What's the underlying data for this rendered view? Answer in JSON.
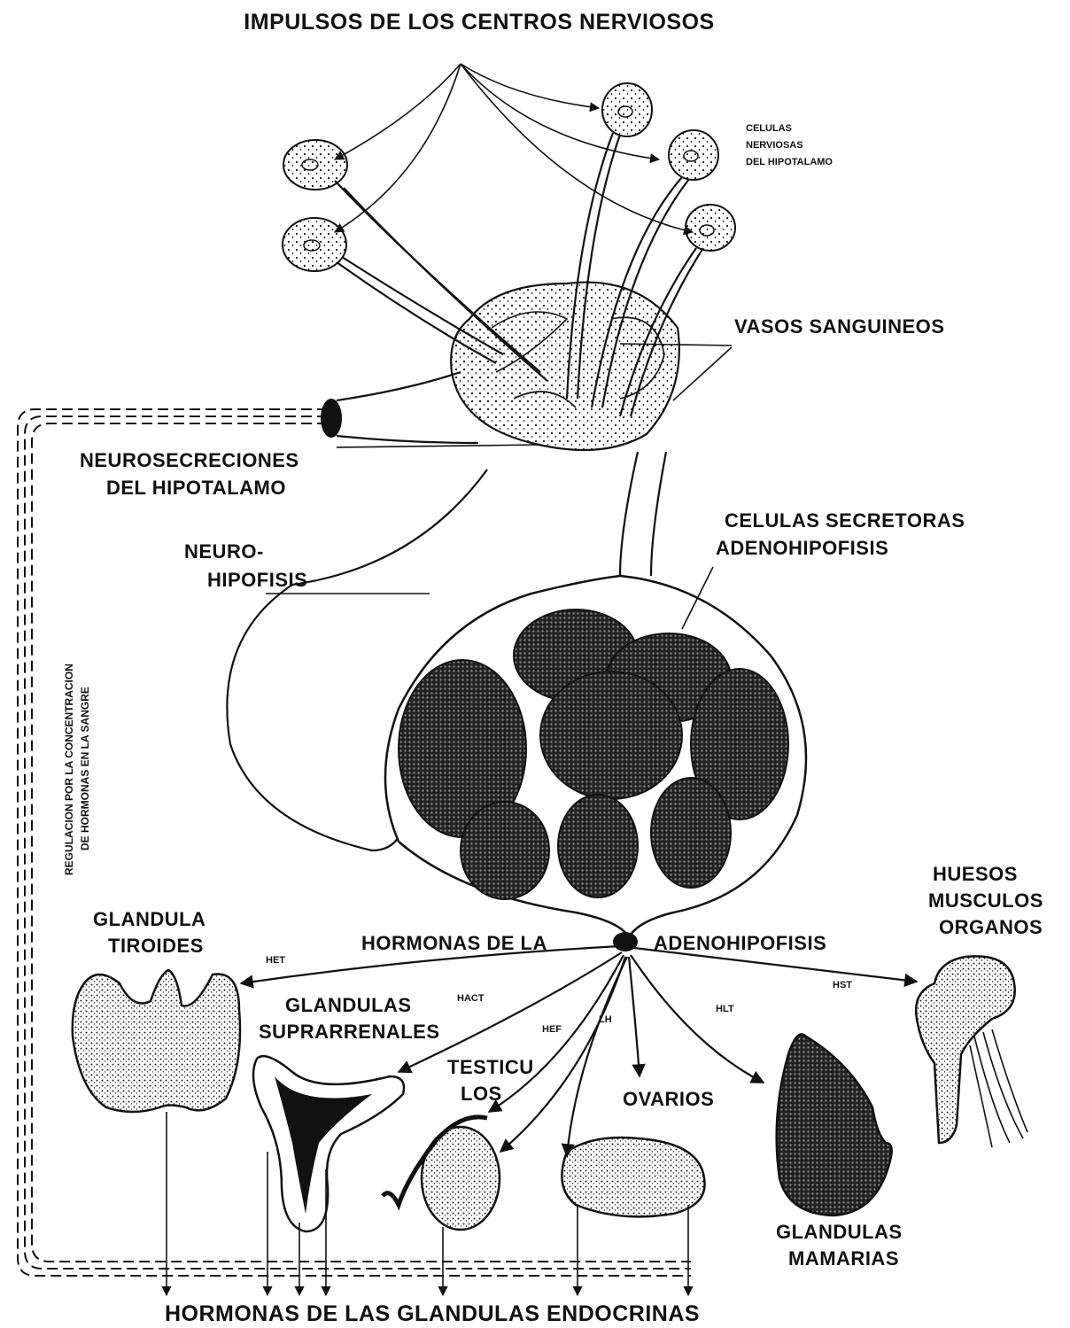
{
  "labels": {
    "top_title": "IMPULSOS DE LOS CENTROS NERVIOSOS",
    "nerve_cells": [
      "CELULAS",
      "NERVIOSAS",
      "DEL HIPOTALAMO"
    ],
    "blood_vessels": "VASOS SANGUINEOS",
    "neurosecretions": [
      "NEUROSECRECIONES",
      "DEL HIPOTALAMO"
    ],
    "secretory_cells": [
      "CELULAS SECRETORAS",
      "ADENOHIPOFISIS"
    ],
    "neurohypophysis": [
      "NEURO-",
      "HIPOFISIS"
    ],
    "regulation": [
      "REGULACION POR LA CONCENTRACION",
      "DE HORMONAS EN LA SANGRE"
    ],
    "adeno_hormones_left": "HORMONAS DE LA",
    "adeno_hormones_right": "ADENOHIPOFISIS",
    "thyroid": [
      "GLANDULA",
      "TIROIDES"
    ],
    "adrenals": [
      "GLANDULAS",
      "SUPRARRENALES"
    ],
    "testes": [
      "TESTICU",
      "LOS"
    ],
    "ovaries": "OVARIOS",
    "mammary": [
      "GLANDULAS",
      "MAMARIAS"
    ],
    "targets": [
      "HUESOS",
      "MUSCULOS",
      "ORGANOS"
    ],
    "bottom_title": "HORMONAS DE LAS GLANDULAS ENDOCRINAS"
  },
  "hormones": {
    "het": "HET",
    "hact": "HACT",
    "hef": "HEF",
    "lh": "LH",
    "hlt": "HLT",
    "hst": "HST"
  }
}
